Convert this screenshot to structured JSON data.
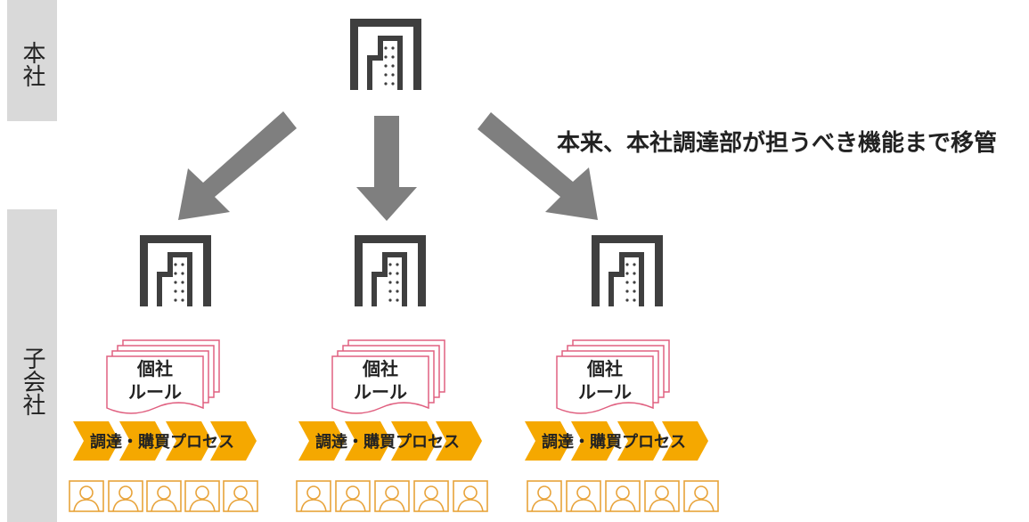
{
  "bands": {
    "head_office": "本社",
    "subsidiary": "子会社"
  },
  "caption": "本来、本社調達部が担うべき機能まで移管",
  "subsidiaries": [
    {
      "rules_line1": "個社",
      "rules_line2": "ルール",
      "process_label": "調達・購買プロセス"
    },
    {
      "rules_line1": "個社",
      "rules_line2": "ルール",
      "process_label": "調達・購買プロセス"
    },
    {
      "rules_line1": "個社",
      "rules_line2": "ルール",
      "process_label": "調達・購買プロセス"
    }
  ],
  "colors": {
    "band": "#d9d9d9",
    "arrow": "#7f7f7f",
    "building": "#3f3f3f",
    "rules_border": "#e06080",
    "process": "#f5a800",
    "person": "#e8a33a"
  },
  "icons": {
    "building": "office-building-icon",
    "document": "document-stack-icon",
    "person": "person-icon"
  }
}
